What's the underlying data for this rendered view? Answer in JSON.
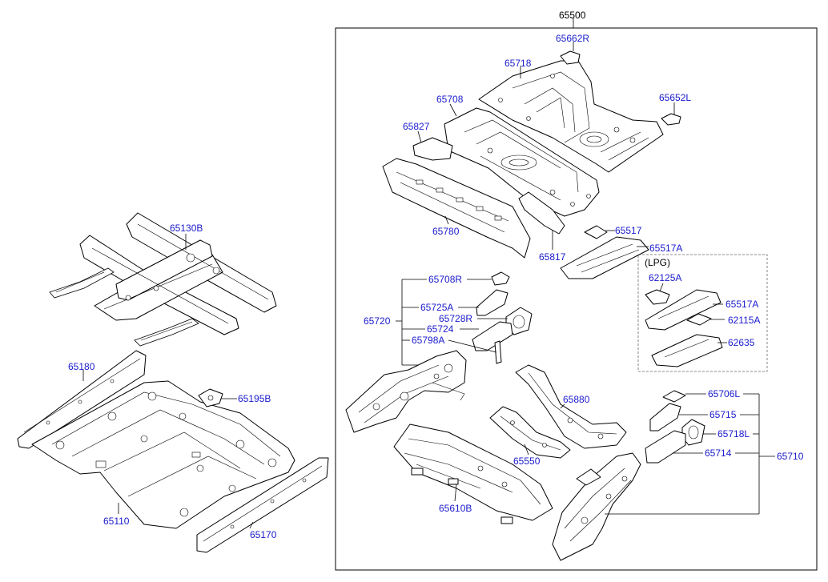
{
  "labels": {
    "l65500": "65500",
    "l65662R": "65662R",
    "l65718": "65718",
    "l65708": "65708",
    "l65652L": "65652L",
    "l65827": "65827",
    "l65780": "65780",
    "l65817": "65817",
    "l65517": "65517",
    "l65517A": "65517A",
    "lLPG": "(LPG)",
    "l62125A": "62125A",
    "l65517A_lpg": "65517A",
    "l62115A": "62115A",
    "l62635": "62635",
    "l65708R": "65708R",
    "l65725A": "65725A",
    "l65728R": "65728R",
    "l65720": "65720",
    "l65724": "65724",
    "l65798A": "65798A",
    "l65880": "65880",
    "l65550": "65550",
    "l65610B": "65610B",
    "l65706L": "65706L",
    "l65715": "65715",
    "l65718L": "65718L",
    "l65714": "65714",
    "l65710": "65710",
    "l65130B": "65130B",
    "l65180": "65180",
    "l65195B": "65195B",
    "l65110": "65110",
    "l65170": "65170"
  }
}
